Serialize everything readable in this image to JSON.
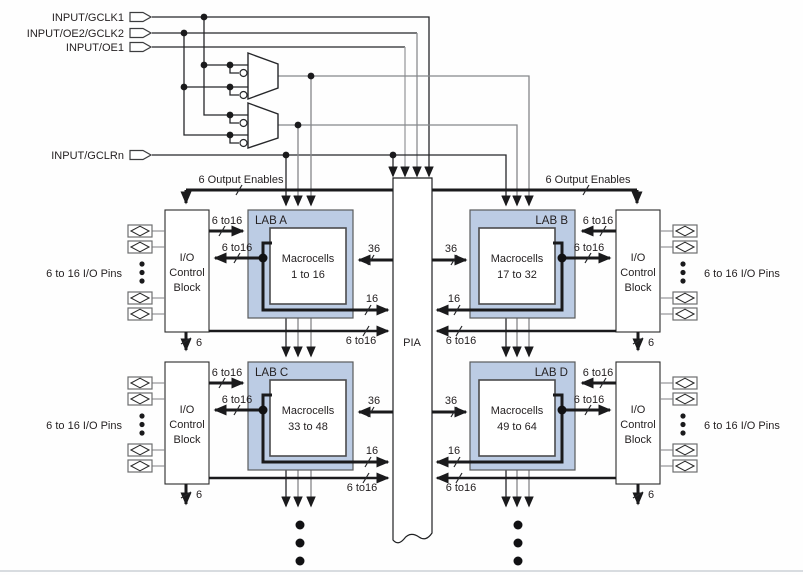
{
  "inputs": {
    "gclk1": "INPUT/GCLK1",
    "oe2_gclk2": "INPUT/OE2/GCLK2",
    "oe1": "INPUT/OE1",
    "gclrn": "INPUT/GCLRn"
  },
  "buses": {
    "output_enables": "6 Output Enables",
    "w36": "36",
    "w16": "16",
    "w6to16": "6 to16",
    "w6": "6"
  },
  "io_pins_label": "6 to 16 I/O Pins",
  "io_control_block": {
    "l1": "I/O",
    "l2": "Control",
    "l3": "Block"
  },
  "pia": "PIA",
  "labs": [
    {
      "name": "LAB A",
      "mc1": "Macrocells",
      "mc2": "1 to 16"
    },
    {
      "name": "LAB B",
      "mc1": "Macrocells",
      "mc2": "17 to 32"
    },
    {
      "name": "LAB C",
      "mc1": "Macrocells",
      "mc2": "33 to 48"
    },
    {
      "name": "LAB D",
      "mc1": "Macrocells",
      "mc2": "49 to 64"
    }
  ],
  "colors": {
    "lab_fill": "#bccce4",
    "line_black": "#26272a",
    "line_gray": "#8b8d90"
  }
}
